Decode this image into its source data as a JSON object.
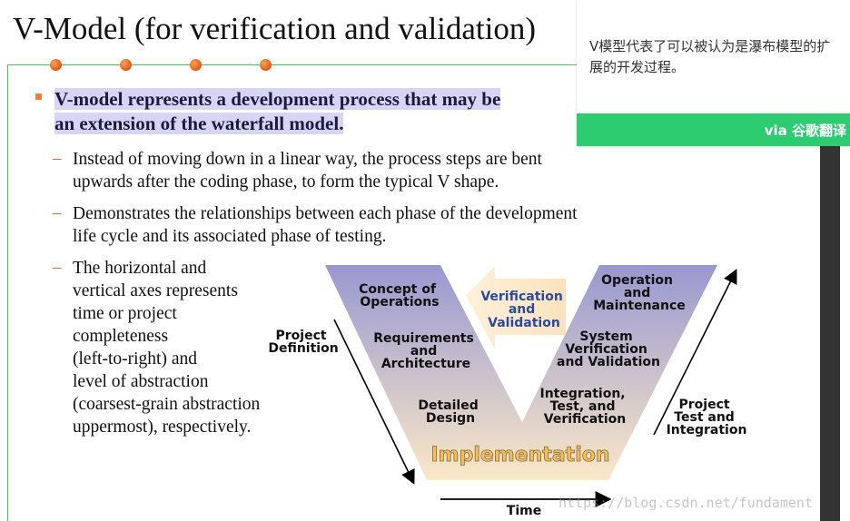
{
  "slide": {
    "title": "V-Model (for verification and validation)",
    "main_bullet": {
      "line1": "V-model represents a development process that may be",
      "line2": "an extension of the waterfall model."
    },
    "sub_bullets": [
      [
        "Instead of moving down in a linear way, the process steps are bent",
        "upwards after the coding phase, to form the typical V shape."
      ],
      [
        "Demonstrates the relationships between each phase of the development",
        "life cycle and its associated phase of testing."
      ],
      [
        "The horizontal and",
        "vertical axes represents",
        "time or project",
        "completeness",
        "(left-to-right) and",
        "level of abstraction",
        "(coarsest-grain abstraction",
        "uppermost), respectively."
      ]
    ],
    "dash": "–"
  },
  "diagram": {
    "left_axis_label": [
      "Project",
      "Definition"
    ],
    "right_axis_label": [
      "Project",
      "Test and",
      "Integration"
    ],
    "time_label": "Time",
    "left_arm": [
      [
        "Concept of",
        "Operations"
      ],
      [
        "Requirements",
        "and",
        "Architecture"
      ],
      [
        "Detailed",
        "Design"
      ]
    ],
    "right_arm": [
      [
        "Operation",
        "and",
        "Maintenance"
      ],
      [
        "System",
        "Verification",
        "and Validation"
      ],
      [
        "Integration,",
        "Test, and",
        "Verification"
      ]
    ],
    "vv_arrow": [
      "Verification",
      "and",
      "Validation"
    ],
    "bottom": "Implementation",
    "colors": {
      "v_top": "#9898d0",
      "v_bottom": "#fae8c8",
      "vv_text": "#2a4aa0",
      "impl_text": "#f0c060"
    }
  },
  "tooltip": {
    "text": "V模型代表了可以被认为是瀑布模型的扩展的开发过程。",
    "footer": "via 谷歌翻译",
    "accent": "#2ecc71"
  },
  "watermark": "https://blog.csdn.net/fundament"
}
